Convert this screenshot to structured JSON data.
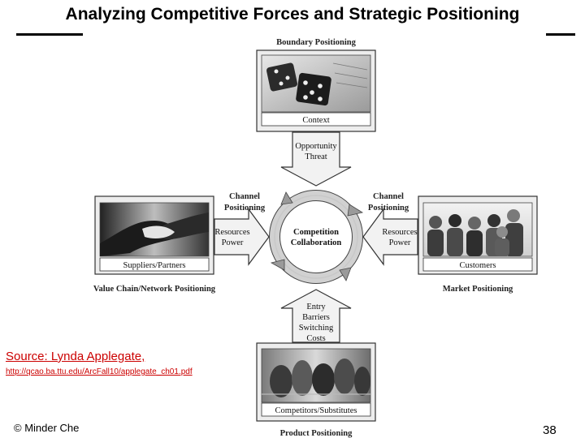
{
  "slide": {
    "title": "Analyzing Competitive Forces and Strategic Positioning",
    "source_label": "Source: Lynda Applegate,",
    "source_url": "http://qcao.ba.ttu.edu/ArcFall10/applegate_ch01.pdf",
    "copyright": "© Minder Che",
    "page_number": "38"
  },
  "diagram": {
    "top": {
      "heading": "Boundary Positioning",
      "caption": "Context",
      "arrow_lines": [
        "Opportunity",
        "Threat"
      ]
    },
    "left": {
      "footer": "Value Chain/Network Positioning",
      "caption": "Suppliers/Partners",
      "channel_lines": [
        "Channel",
        "Positioning"
      ],
      "arrow_lines": [
        "Resources",
        "Power"
      ]
    },
    "right": {
      "footer": "Market Positioning",
      "caption": "Customers",
      "channel_lines": [
        "Channel",
        "Positioning"
      ],
      "arrow_lines": [
        "Resources",
        "Power"
      ]
    },
    "bottom": {
      "footer": "Product Positioning",
      "caption": "Competitors/Substitutes",
      "arrow_lines": [
        "Entry",
        "Barriers",
        "Switching",
        "Costs"
      ]
    },
    "center_lines": [
      "Competition",
      "Collaboration"
    ]
  }
}
